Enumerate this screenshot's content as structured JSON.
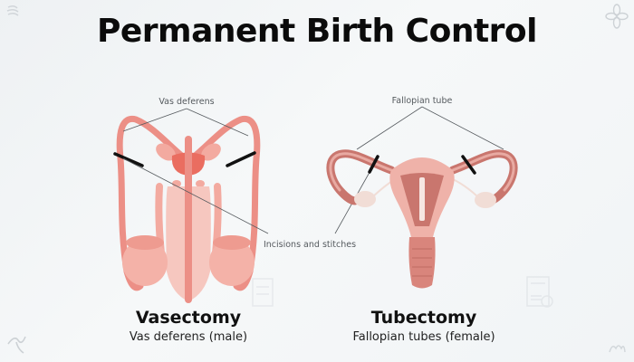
{
  "title": "Permanent Birth Control",
  "labels": {
    "vas_deferens": "Vas deferens",
    "fallopian_tube": "Fallopian tube",
    "incisions": "Incisions and stitches"
  },
  "captions": {
    "male": {
      "title": "Vasectomy",
      "subtitle": "Vas deferens (male)"
    },
    "female": {
      "title": "Tubectomy",
      "subtitle": "Fallopian tubes (female)"
    }
  },
  "colors": {
    "tissue_light": "#f6c9c0",
    "tissue_mid": "#ee9b90",
    "tissue_dark": "#e0746a",
    "uterus_wall": "#c9766e",
    "incision_mark": "#111111",
    "leader_line": "#555a5e"
  },
  "decorations": [
    "squiggle-icon",
    "flower-icon",
    "swirl-icon",
    "coil-icon",
    "document-icon",
    "document-icon"
  ]
}
